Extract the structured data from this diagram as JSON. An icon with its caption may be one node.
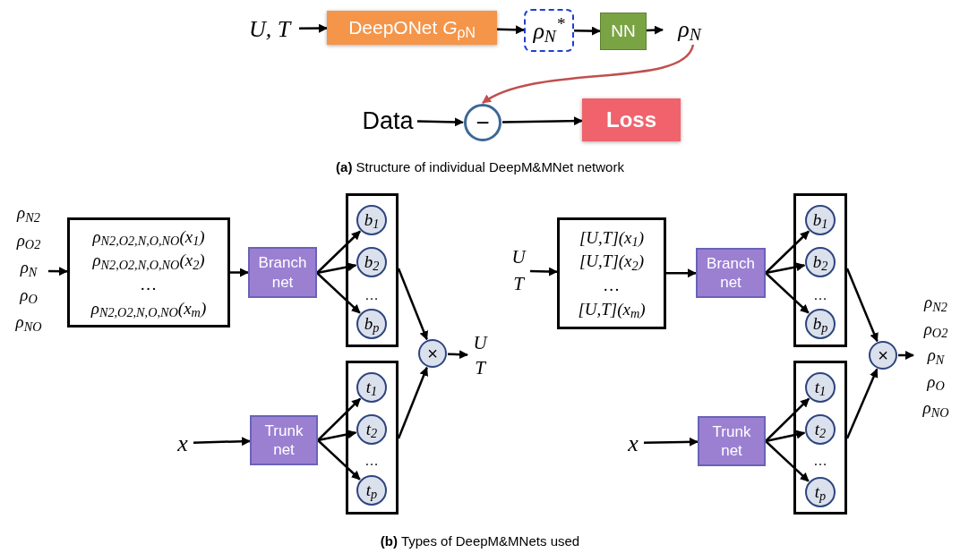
{
  "diagram": {
    "nodes": [
      {
        "text": [
          "U, T"
        ]
      },
      {
        "text": [
          "DeepONet *G*$_{ρN}$"
        ]
      },
      {
        "text": [
          "ρ$_{N}$$^{*}$"
        ]
      },
      {
        "text": [
          "NN"
        ]
      },
      {
        "text": [
          "ρ$_{N}$"
        ]
      },
      {
        "text": [
          "Data"
        ]
      },
      {
        "text": [
          "−"
        ]
      },
      {
        "text": [
          "Loss"
        ]
      },
      {
        "text": [
          "ρ$_{N2}$",
          "ρ$_{O2}$",
          "ρ$_{N}$",
          "ρ$_{O}$",
          "ρ$_{NO}$"
        ]
      },
      {
        "text": [
          "ρ$_{N2,O2,N,O,NO}$(x$_{1}$)",
          "ρ$_{N2,O2,N,O,NO}$(x$_{2}$)",
          "…",
          "ρ$_{N2,O2,N,O,NO}$(x$_{m}$)"
        ]
      },
      {
        "text": [
          "Branch net"
        ]
      },
      {
        "text": [],
        "shape": "box"
      },
      {
        "text": [
          "b$_{1}$"
        ],
        "in": 11
      },
      {
        "text": [
          "b$_{2}$"
        ],
        "in": 11
      },
      {
        "text": [
          "b$_{p}$"
        ],
        "in": 11
      },
      {
        "text": [
          "×"
        ]
      },
      {
        "text": [
          "U",
          "T"
        ]
      },
      {
        "text": [
          "x"
        ]
      },
      {
        "text": [
          "Trunk net"
        ]
      },
      {
        "text": [],
        "shape": "box"
      },
      {
        "text": [
          "t$_{1}$"
        ],
        "in": 19
      },
      {
        "text": [
          "t$_{2}$"
        ],
        "in": 19
      },
      {
        "text": [
          "t$_{p}$"
        ],
        "in": 19
      },
      {
        "text": [
          "U",
          "T"
        ]
      },
      {
        "text": [
          "[U,T](x$_{1}$)",
          "[U,T](x$_{2}$)",
          "…",
          "[U,T](x$_{m}$)"
        ]
      },
      {
        "text": [
          "Branch net"
        ]
      },
      {
        "text": [],
        "shape": "box"
      },
      {
        "text": [
          "b$_{1}$"
        ],
        "in": 26
      },
      {
        "text": [
          "b$_{2}$"
        ],
        "in": 26
      },
      {
        "text": [
          "b$_{p}$"
        ],
        "in": 26
      },
      {
        "text": [
          "×"
        ]
      },
      {
        "text": [
          "ρ$_{N2}$",
          "ρ$_{O2}$",
          "ρ$_{N}$",
          "ρ$_{O}$",
          "ρ$_{NO}$"
        ]
      },
      {
        "text": [
          "x"
        ]
      },
      {
        "text": [
          "Trunk net"
        ]
      },
      {
        "text": [],
        "shape": "box"
      },
      {
        "text": [
          "t$_{1}$"
        ],
        "in": 34
      },
      {
        "text": [
          "t$_{2}$"
        ],
        "in": 34
      },
      {
        "text": [
          "t$_{p}$"
        ],
        "in": 34
      }
    ],
    "edges": [
      {
        "from": 0,
        "to": 1,
        "arrow": "to"
      },
      {
        "from": 1,
        "to": 2,
        "arrow": "to"
      },
      {
        "from": 2,
        "to": 3,
        "arrow": "to"
      },
      {
        "from": 3,
        "to": 4,
        "arrow": "to"
      },
      {
        "from": 4,
        "to": 6,
        "arrow": "to",
        "color": "#c0504d"
      },
      {
        "from": 5,
        "to": 6,
        "arrow": "to"
      },
      {
        "from": 6,
        "to": 7,
        "arrow": "to"
      },
      {
        "from": 8,
        "to": 9,
        "arrow": "to"
      },
      {
        "from": 9,
        "to": 10,
        "arrow": "to"
      },
      {
        "from": 10,
        "to": 12,
        "arrow": "to"
      },
      {
        "from": 10,
        "to": 13,
        "arrow": "to"
      },
      {
        "from": 10,
        "to": 14,
        "arrow": "to"
      },
      {
        "from": 11,
        "to": 15,
        "arrow": "to"
      },
      {
        "from": 17,
        "to": 18,
        "arrow": "to"
      },
      {
        "from": 18,
        "to": 20,
        "arrow": "to"
      },
      {
        "from": 18,
        "to": 21,
        "arrow": "to"
      },
      {
        "from": 18,
        "to": 22,
        "arrow": "to"
      },
      {
        "from": 19,
        "to": 15,
        "arrow": "to"
      },
      {
        "from": 15,
        "to": 16,
        "arrow": "to"
      },
      {
        "from": 23,
        "to": 24,
        "arrow": "to"
      },
      {
        "from": 24,
        "to": 25,
        "arrow": "to"
      },
      {
        "from": 25,
        "to": 27,
        "arrow": "to"
      },
      {
        "from": 25,
        "to": 28,
        "arrow": "to"
      },
      {
        "from": 25,
        "to": 29,
        "arrow": "to"
      },
      {
        "from": 26,
        "to": 30,
        "arrow": "to"
      },
      {
        "from": 32,
        "to": 33,
        "arrow": "to"
      },
      {
        "from": 33,
        "to": 35,
        "arrow": "to"
      },
      {
        "from": 33,
        "to": 36,
        "arrow": "to"
      },
      {
        "from": 33,
        "to": 37,
        "arrow": "to"
      },
      {
        "from": 34,
        "to": 30,
        "arrow": "to"
      },
      {
        "from": 30,
        "to": 31,
        "arrow": "to"
      }
    ],
    "labels": [
      "**(a)** Structure of individual DeepM&MNet network",
      "…",
      "…",
      "…",
      "…",
      "**(b)** Types of DeepM&MNets used"
    ]
  }
}
